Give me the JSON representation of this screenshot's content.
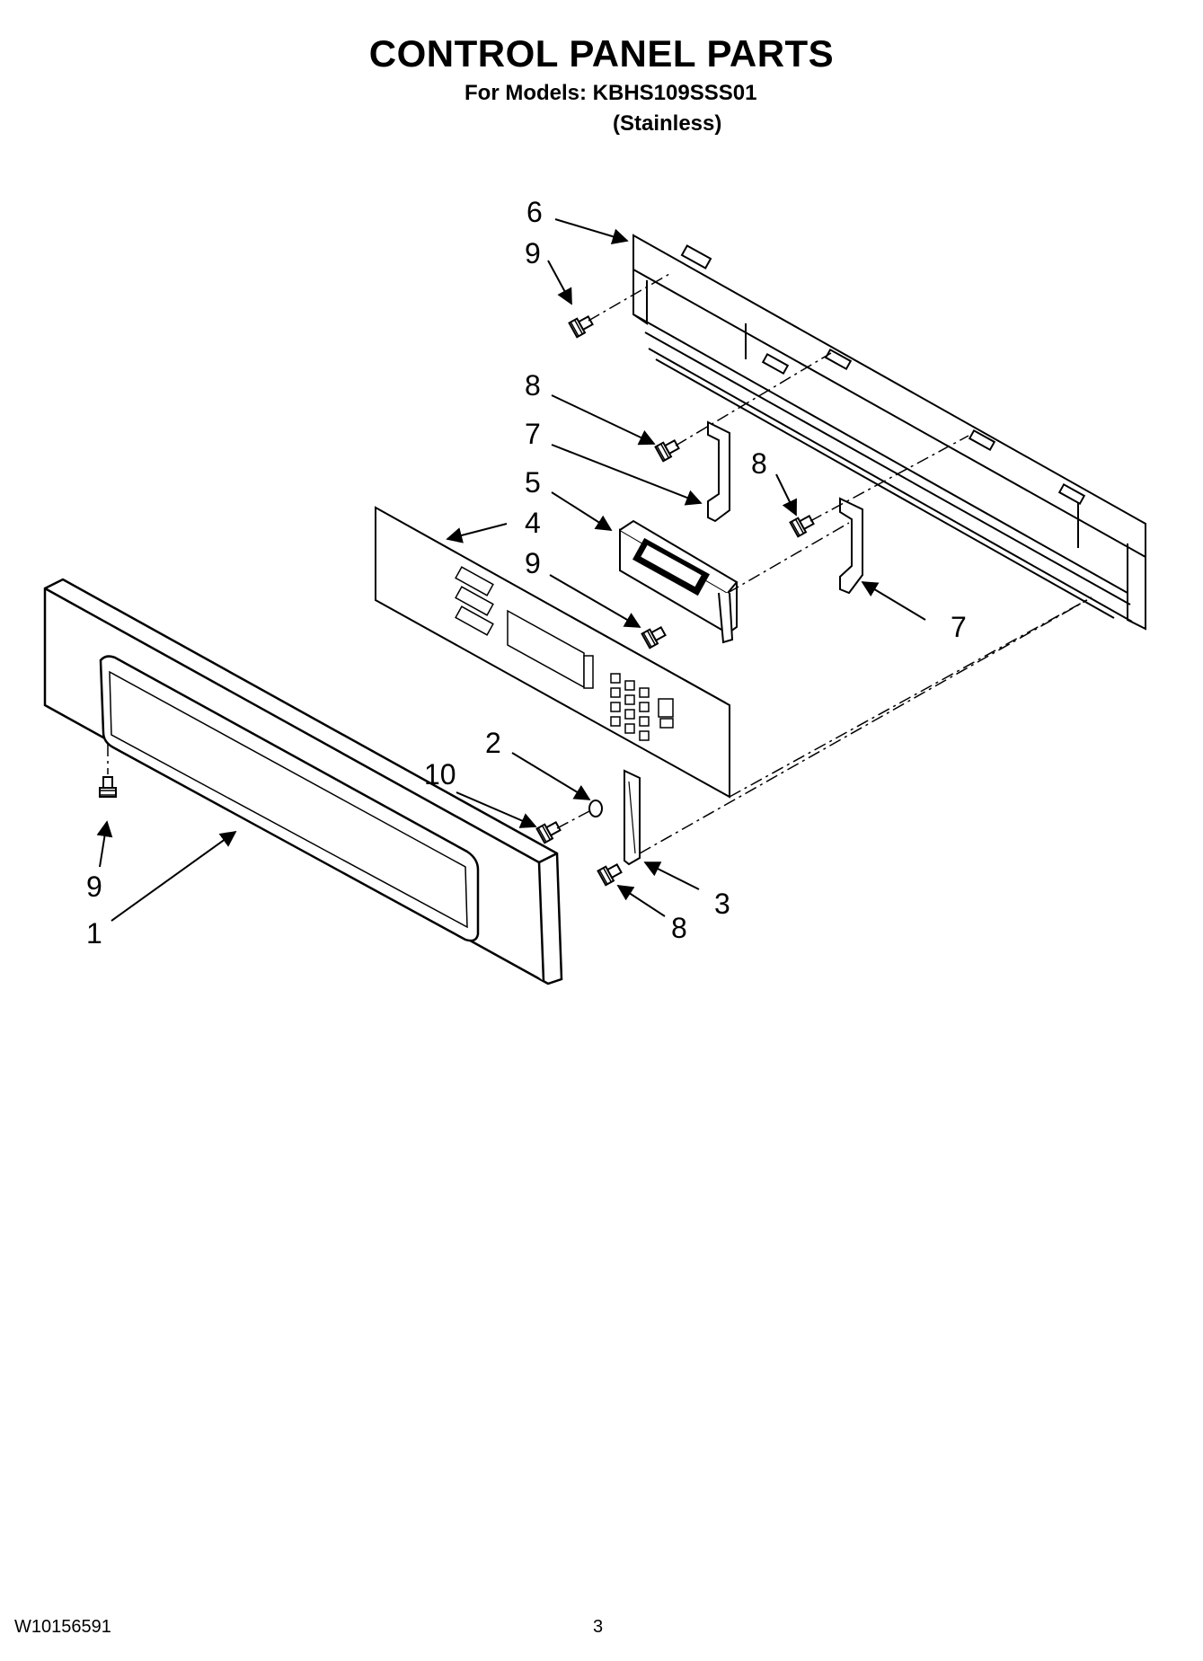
{
  "header": {
    "title": "CONTROL PANEL PARTS",
    "models_line": "For Models: KBHS109SSS01",
    "finish_line": "(Stainless)"
  },
  "callouts": [
    "6",
    "9",
    "8",
    "7",
    "5",
    "4",
    "9",
    "8",
    "7",
    "2",
    "10",
    "9",
    "1",
    "3",
    "8"
  ],
  "footer": {
    "doc_number": "W10156591",
    "page_number": "3"
  }
}
